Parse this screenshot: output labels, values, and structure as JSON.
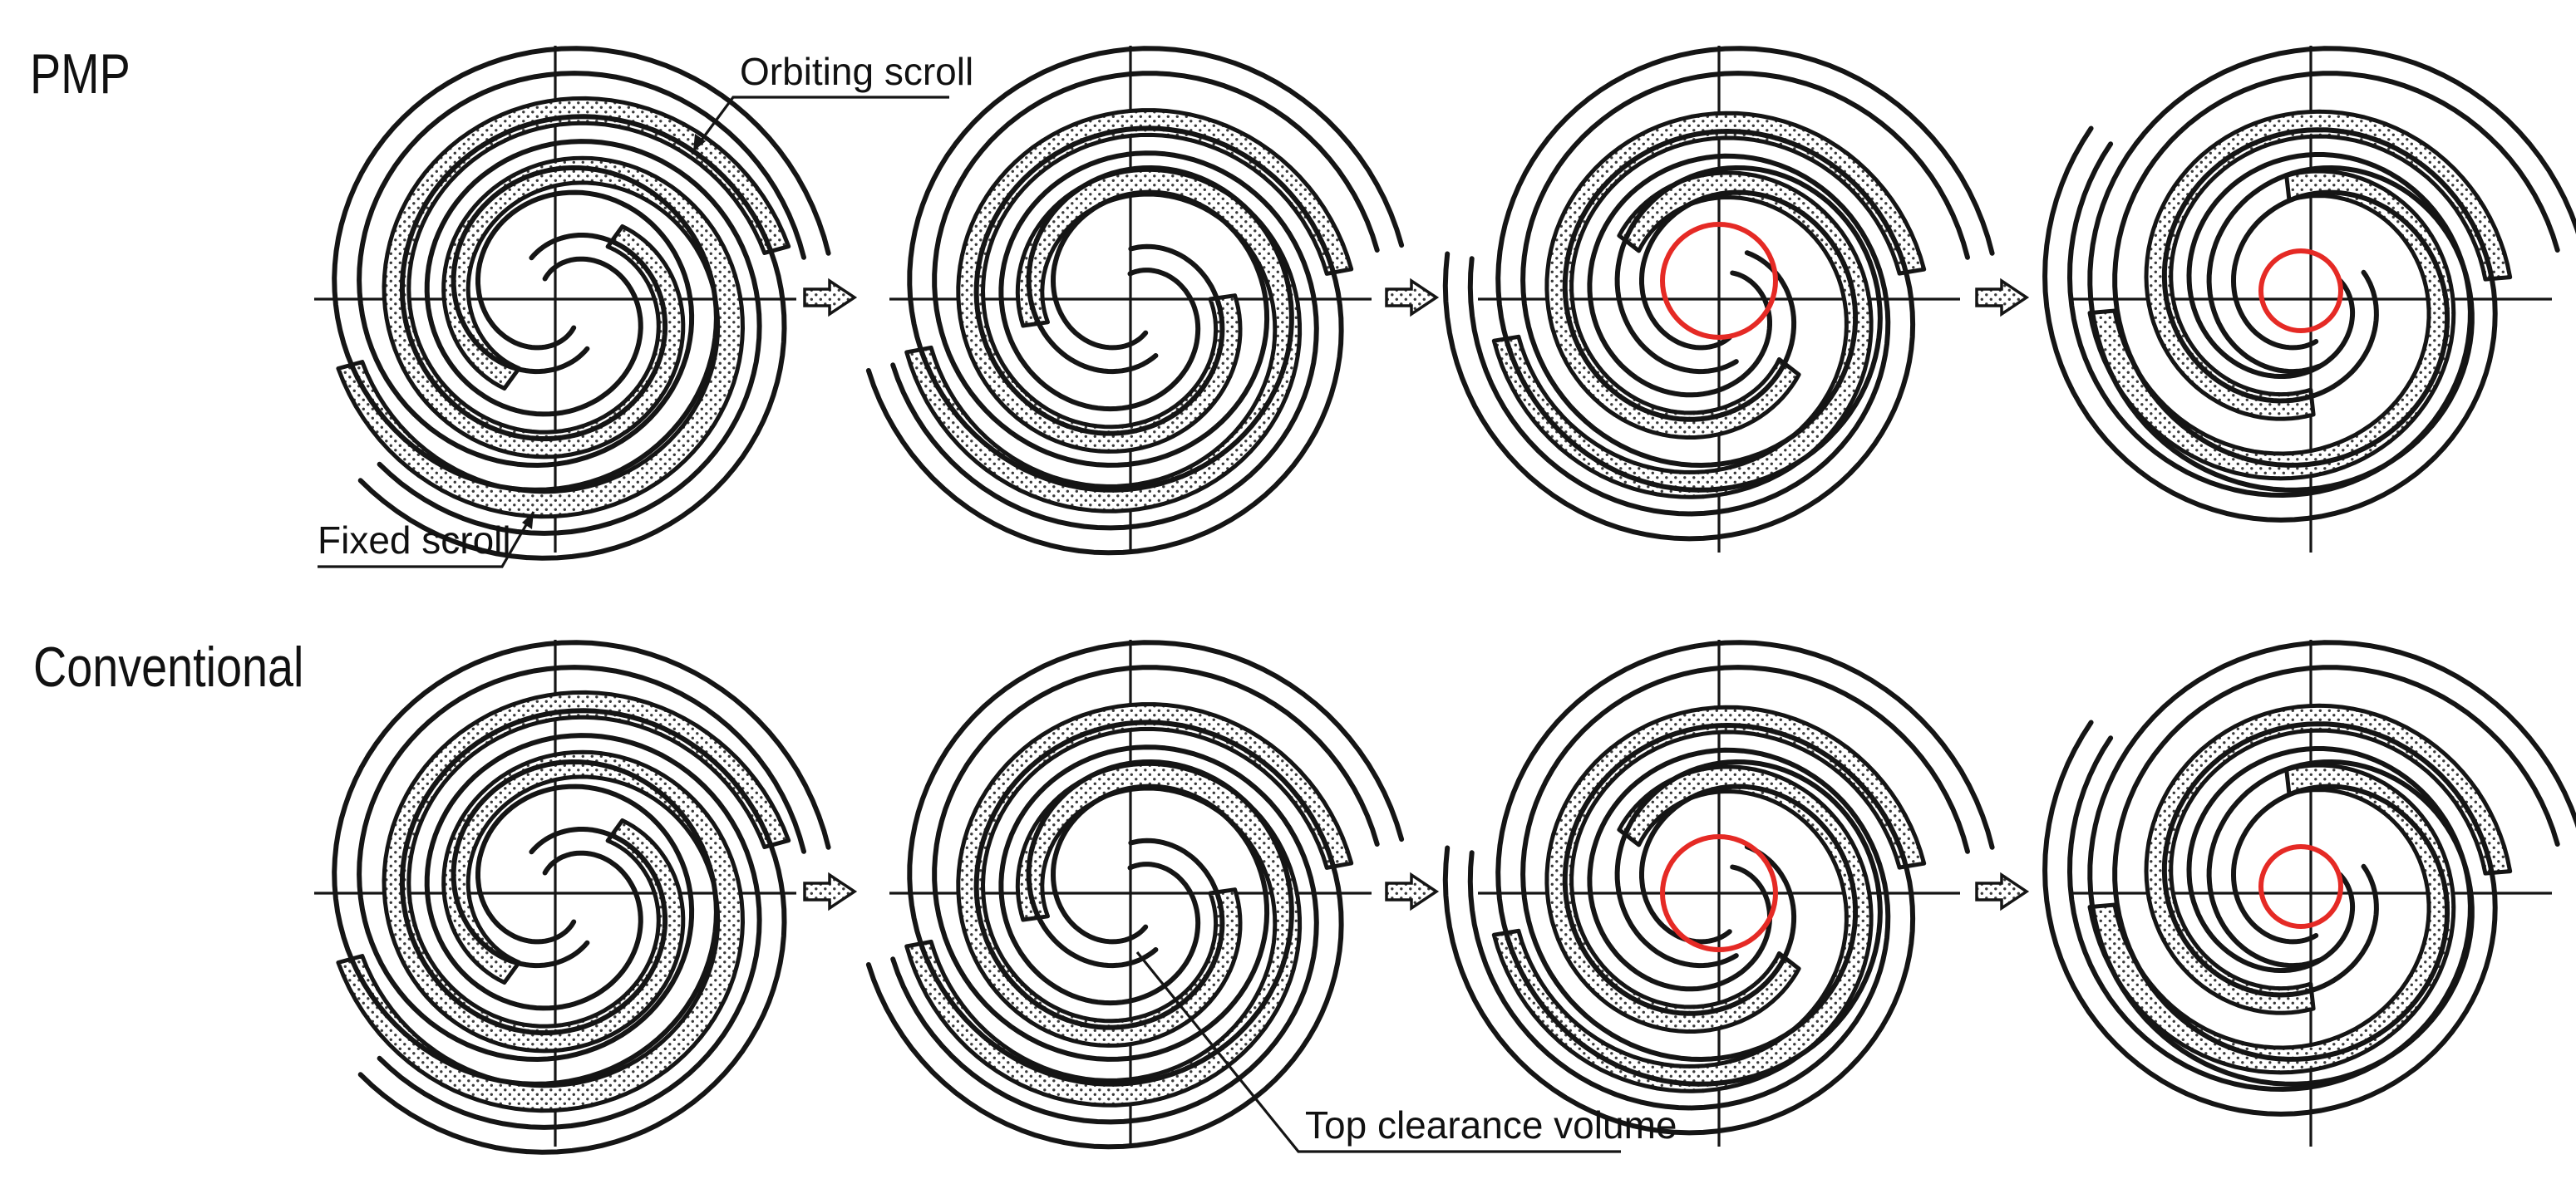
{
  "rows": [
    {
      "label": "PMP"
    },
    {
      "label": "Conventional"
    }
  ],
  "labels": {
    "orbiting": "Orbiting scroll",
    "fixed": "Fixed scroll",
    "clearance": "Top clearance volume"
  },
  "stage_count": 4,
  "colors": {
    "ink": "#151515",
    "highlight": "#e52a25",
    "background": "#ffffff"
  }
}
